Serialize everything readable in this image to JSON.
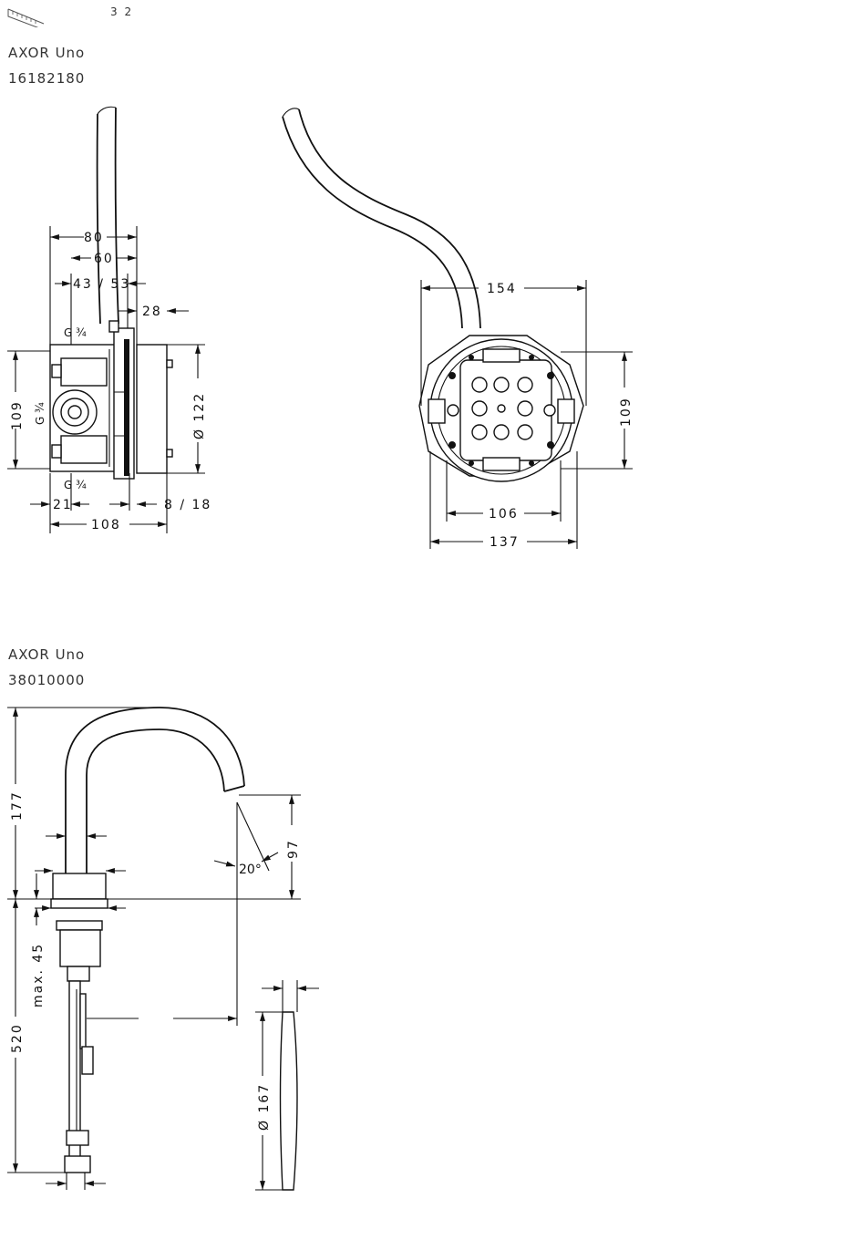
{
  "page": {
    "number": "3 2",
    "logo_icon": "ruler-logo-icon"
  },
  "product1": {
    "brand": "AXOR Uno",
    "code": "16182180"
  },
  "product2": {
    "brand": "AXOR Uno",
    "code": "38010000"
  },
  "side_view": {
    "d80": "80",
    "d60": "60",
    "d43_53": "43 / 53",
    "d28": "28",
    "d109": "109",
    "d122": "Ø 122",
    "d21": "21",
    "d8_18": "8 / 18",
    "d108": "108",
    "g_top": "G ¾",
    "g_left": "G ¾",
    "g_bottom": "G ¾"
  },
  "front_view": {
    "d154": "154",
    "d109": "109",
    "d106": "106",
    "d137": "137"
  },
  "spout_view": {
    "d177": "177",
    "d97": "97",
    "angle": "20°",
    "d520": "520",
    "dmax45": "max. 45",
    "d167": "Ø 167"
  }
}
